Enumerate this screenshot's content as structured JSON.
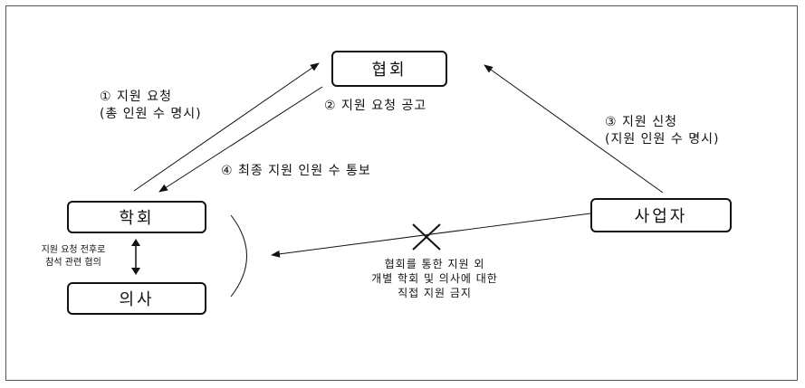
{
  "nodes": {
    "association": "협회",
    "academic_society": "학회",
    "business": "사업자",
    "doctor": "의사"
  },
  "edges": {
    "request_line1": "① 지원 요청",
    "request_line2": "(총 인원 수 명시)",
    "announce": "② 지원 요청 공고",
    "apply_line1": "③ 지원 신청",
    "apply_line2": "(지원 인원 수 명시)",
    "notify": "④ 최종 지원 인원 수 통보",
    "consult_line1": "지원 요청 전후로",
    "consult_line2": "참석 관련 협의",
    "prohibit_line1": "협회를 통한 지원 외",
    "prohibit_line2": "개별 학회 및 의사에 대한",
    "prohibit_line3": "직접 지원 금지"
  }
}
